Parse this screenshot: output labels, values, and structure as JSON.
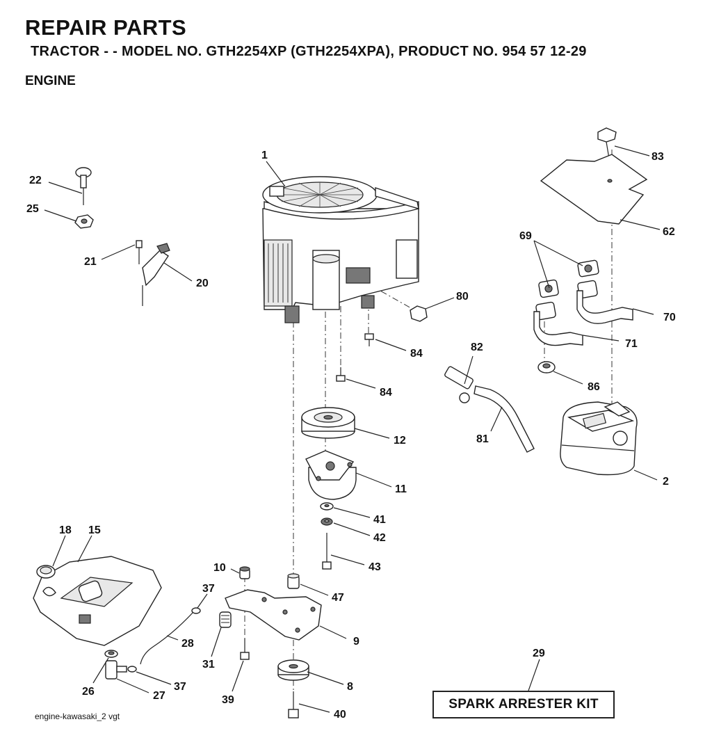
{
  "header": {
    "title": "REPAIR PARTS",
    "subtitle": "TRACTOR - - MODEL NO. GTH2254XP (GTH2254XPA), PRODUCT NO. 954 57 12-29",
    "section": "ENGINE"
  },
  "footer": {
    "credit": "engine-kawasaki_2 vgt",
    "kit_label": "SPARK ARRESTER KIT"
  },
  "parts": [
    {
      "key": "1",
      "label": "1",
      "part": "engine"
    },
    {
      "key": "2",
      "label": "2",
      "part": "muffler"
    },
    {
      "key": "8",
      "label": "8",
      "part": "pulley"
    },
    {
      "key": "9",
      "label": "9",
      "part": "bracket"
    },
    {
      "key": "10",
      "label": "10",
      "part": "spacer"
    },
    {
      "key": "11",
      "label": "11",
      "part": "clutch"
    },
    {
      "key": "12",
      "label": "12",
      "part": "pulley"
    },
    {
      "key": "15",
      "label": "15",
      "part": "fuel-tank"
    },
    {
      "key": "18",
      "label": "18",
      "part": "fuel-cap"
    },
    {
      "key": "20",
      "label": "20",
      "part": "throttle-bracket"
    },
    {
      "key": "21",
      "label": "21",
      "part": "screw"
    },
    {
      "key": "22",
      "label": "22",
      "part": "knob"
    },
    {
      "key": "25",
      "label": "25",
      "part": "nut"
    },
    {
      "key": "26",
      "label": "26",
      "part": "grommet"
    },
    {
      "key": "27",
      "label": "27",
      "part": "fuel-valve"
    },
    {
      "key": "28",
      "label": "28",
      "part": "fuel-line"
    },
    {
      "key": "29",
      "label": "29",
      "part": "spark-arrester-kit"
    },
    {
      "key": "31",
      "label": "31",
      "part": "fuel-filter"
    },
    {
      "key": "37a",
      "label": "37",
      "part": "clamp"
    },
    {
      "key": "37b",
      "label": "37",
      "part": "clamp"
    },
    {
      "key": "39",
      "label": "39",
      "part": "bolt"
    },
    {
      "key": "40",
      "label": "40",
      "part": "bolt"
    },
    {
      "key": "41",
      "label": "41",
      "part": "washer"
    },
    {
      "key": "42",
      "label": "42",
      "part": "lock-washer"
    },
    {
      "key": "43",
      "label": "43",
      "part": "bolt"
    },
    {
      "key": "47",
      "label": "47",
      "part": "spacer"
    },
    {
      "key": "62",
      "label": "62",
      "part": "heat-shield"
    },
    {
      "key": "69",
      "label": "69",
      "part": "gasket"
    },
    {
      "key": "70",
      "label": "70",
      "part": "exhaust-pipe"
    },
    {
      "key": "71",
      "label": "71",
      "part": "exhaust-pipe"
    },
    {
      "key": "80",
      "label": "80",
      "part": "nut"
    },
    {
      "key": "81",
      "label": "81",
      "part": "hose"
    },
    {
      "key": "82",
      "label": "82",
      "part": "oil-drain-valve"
    },
    {
      "key": "83",
      "label": "83",
      "part": "bolt"
    },
    {
      "key": "84a",
      "label": "84",
      "part": "bolt"
    },
    {
      "key": "84b",
      "label": "84",
      "part": "bolt"
    },
    {
      "key": "86",
      "label": "86",
      "part": "nut"
    }
  ]
}
